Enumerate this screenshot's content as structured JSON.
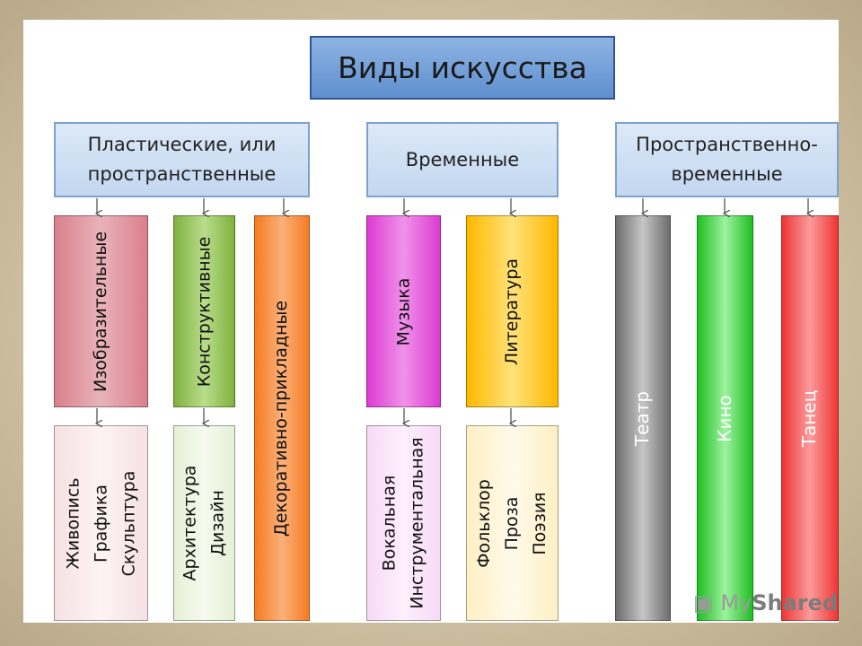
{
  "title": "Виды искусства",
  "categories": {
    "plastic": [
      "Пластические, или",
      "пространственные"
    ],
    "temporal": "Временные",
    "spacetime": [
      "Пространственно-",
      "временные"
    ]
  },
  "types": {
    "fine": "Изобразительные",
    "constructive": "Конструктивные",
    "decorative": "Декоративно-прикладные",
    "music": "Музыка",
    "literature": "Литература",
    "theatre": "Театр",
    "cinema": "Кино",
    "dance": "Танец"
  },
  "subtypes": {
    "fine": [
      "Живопись",
      "Графика",
      "Скульптура"
    ],
    "constructive": [
      "Архитектура",
      "Дизайн"
    ],
    "music": [
      "Вокальная",
      "Инструментальная"
    ],
    "literature": [
      "Фольклор",
      "Проза",
      "Поэзия"
    ]
  },
  "colors": {
    "title": "#6f9bd8",
    "fine": "#d36b7a",
    "constructive": "#8cbf4a",
    "decorative": "#f78a35",
    "music": "#e04ad6",
    "literature": "#ffc31a",
    "theatre": "#8e8e8e",
    "cinema": "#2fc733",
    "dance": "#f14646"
  },
  "watermark": {
    "prefix": "My",
    "suffix": "Shared"
  }
}
